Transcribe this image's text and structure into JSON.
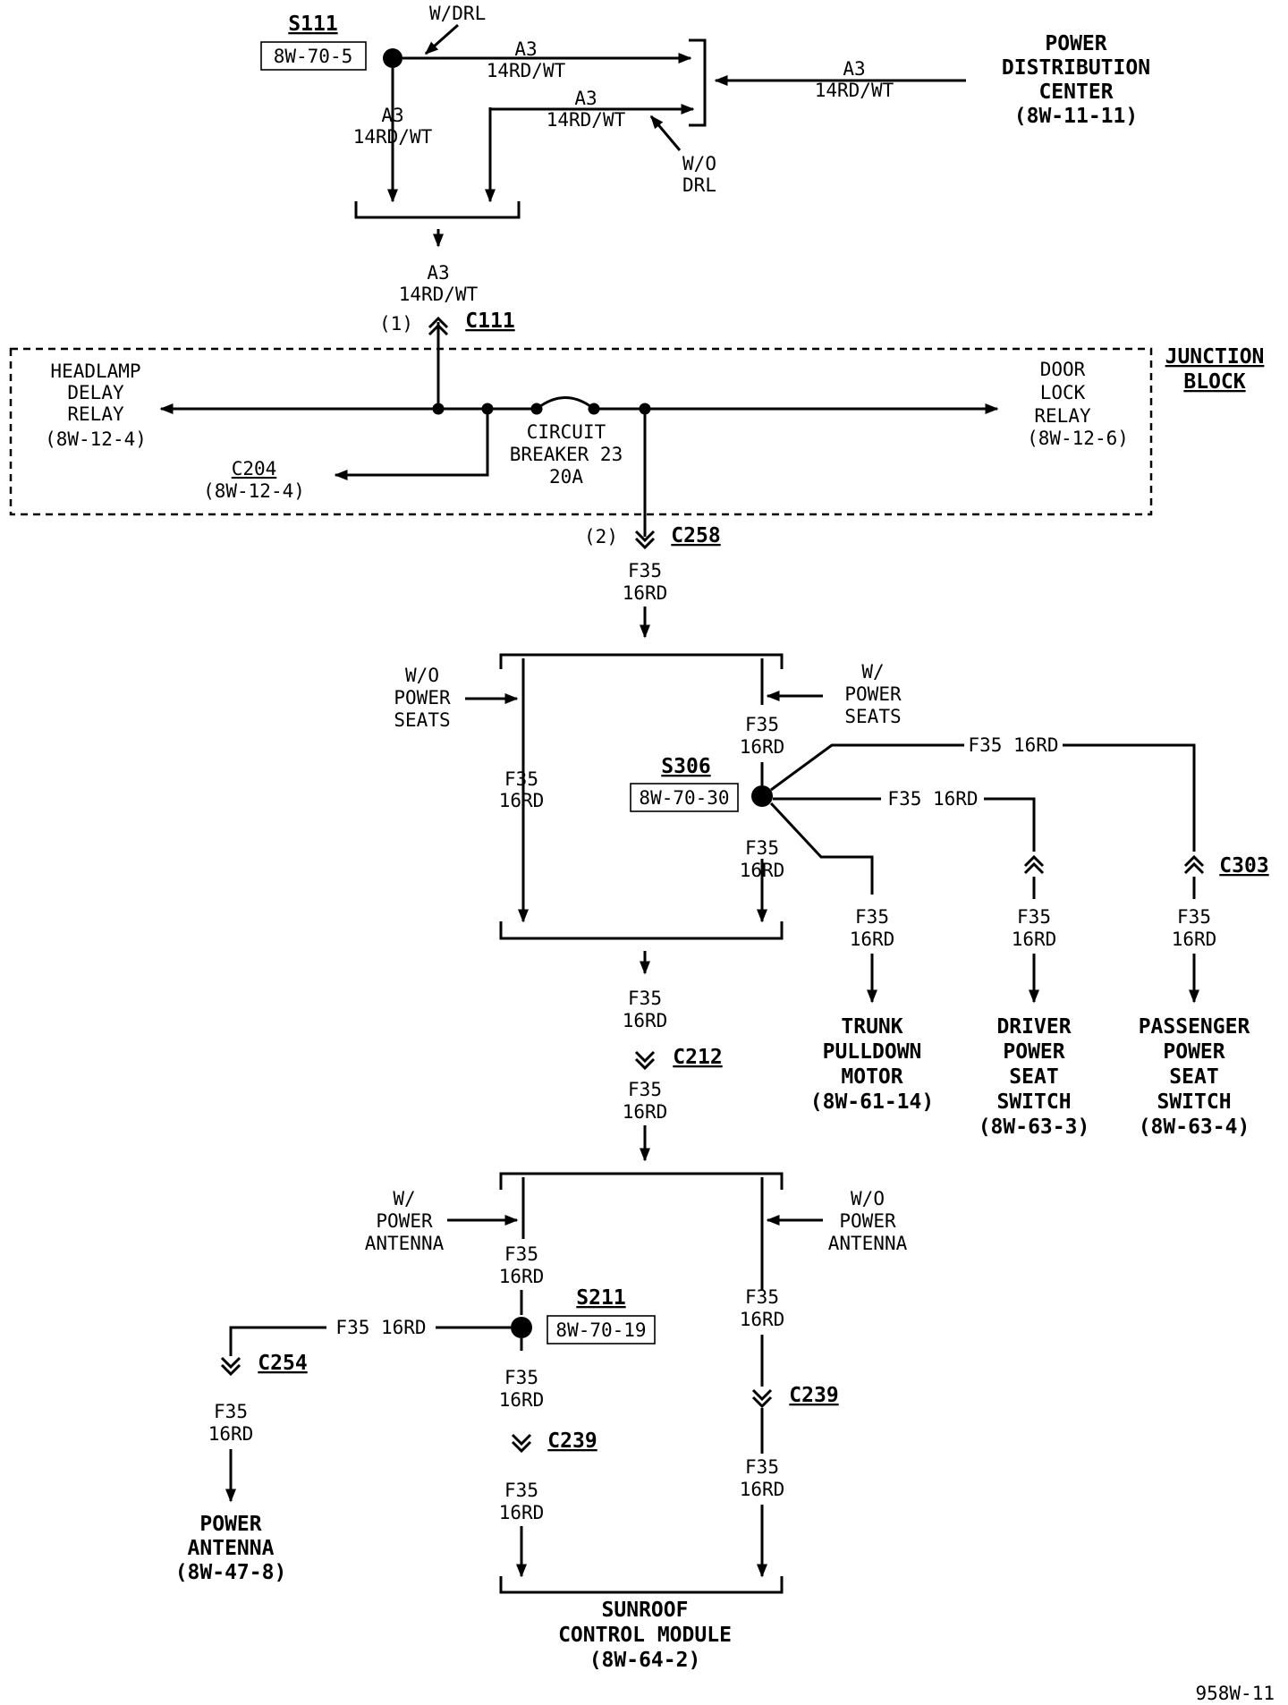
{
  "splices": {
    "s111": {
      "name": "S111",
      "ref": "8W-70-5"
    },
    "s306": {
      "name": "S306",
      "ref": "8W-70-30"
    },
    "s211": {
      "name": "S211",
      "ref": "8W-70-19"
    }
  },
  "wires": {
    "a3": "A3",
    "a3_color": "14RD/WT",
    "f35": "F35",
    "f35_color": "16RD",
    "f35_full": "F35 16RD"
  },
  "options": {
    "w_drl": "W/DRL",
    "wo": "W/O",
    "w": "W/",
    "drl": "DRL",
    "power": "POWER",
    "seats": "SEATS",
    "antenna": "ANTENNA"
  },
  "connectors": {
    "c111": "C111",
    "c111_pin": "(1)",
    "c258": "C258",
    "c258_pin": "(2)",
    "c212": "C212",
    "c303": "C303",
    "c254": "C254",
    "c239": "C239",
    "c204": "C204",
    "c204_ref": "(8W-12-4)"
  },
  "components": {
    "pdc": [
      "POWER",
      "DISTRIBUTION",
      "CENTER",
      "(8W-11-11)"
    ],
    "junction_block": [
      "JUNCTION",
      "BLOCK"
    ],
    "headlamp_relay": [
      "HEADLAMP",
      "DELAY",
      "RELAY",
      "(8W-12-4)"
    ],
    "door_lock_relay": [
      "DOOR",
      "LOCK",
      "RELAY",
      "(8W-12-6)"
    ],
    "circuit_breaker": [
      "CIRCUIT",
      "BREAKER 23",
      "20A"
    ],
    "trunk_motor": [
      "TRUNK",
      "PULLDOWN",
      "MOTOR",
      "(8W-61-14)"
    ],
    "driver_seat": [
      "DRIVER",
      "POWER",
      "SEAT",
      "SWITCH",
      "(8W-63-3)"
    ],
    "passenger_seat": [
      "PASSENGER",
      "POWER",
      "SEAT",
      "SWITCH",
      "(8W-63-4)"
    ],
    "power_antenna": [
      "POWER",
      "ANTENNA",
      "(8W-47-8)"
    ],
    "sunroof": [
      "SUNROOF",
      "CONTROL MODULE",
      "(8W-64-2)"
    ]
  },
  "page_id": "958W-11"
}
